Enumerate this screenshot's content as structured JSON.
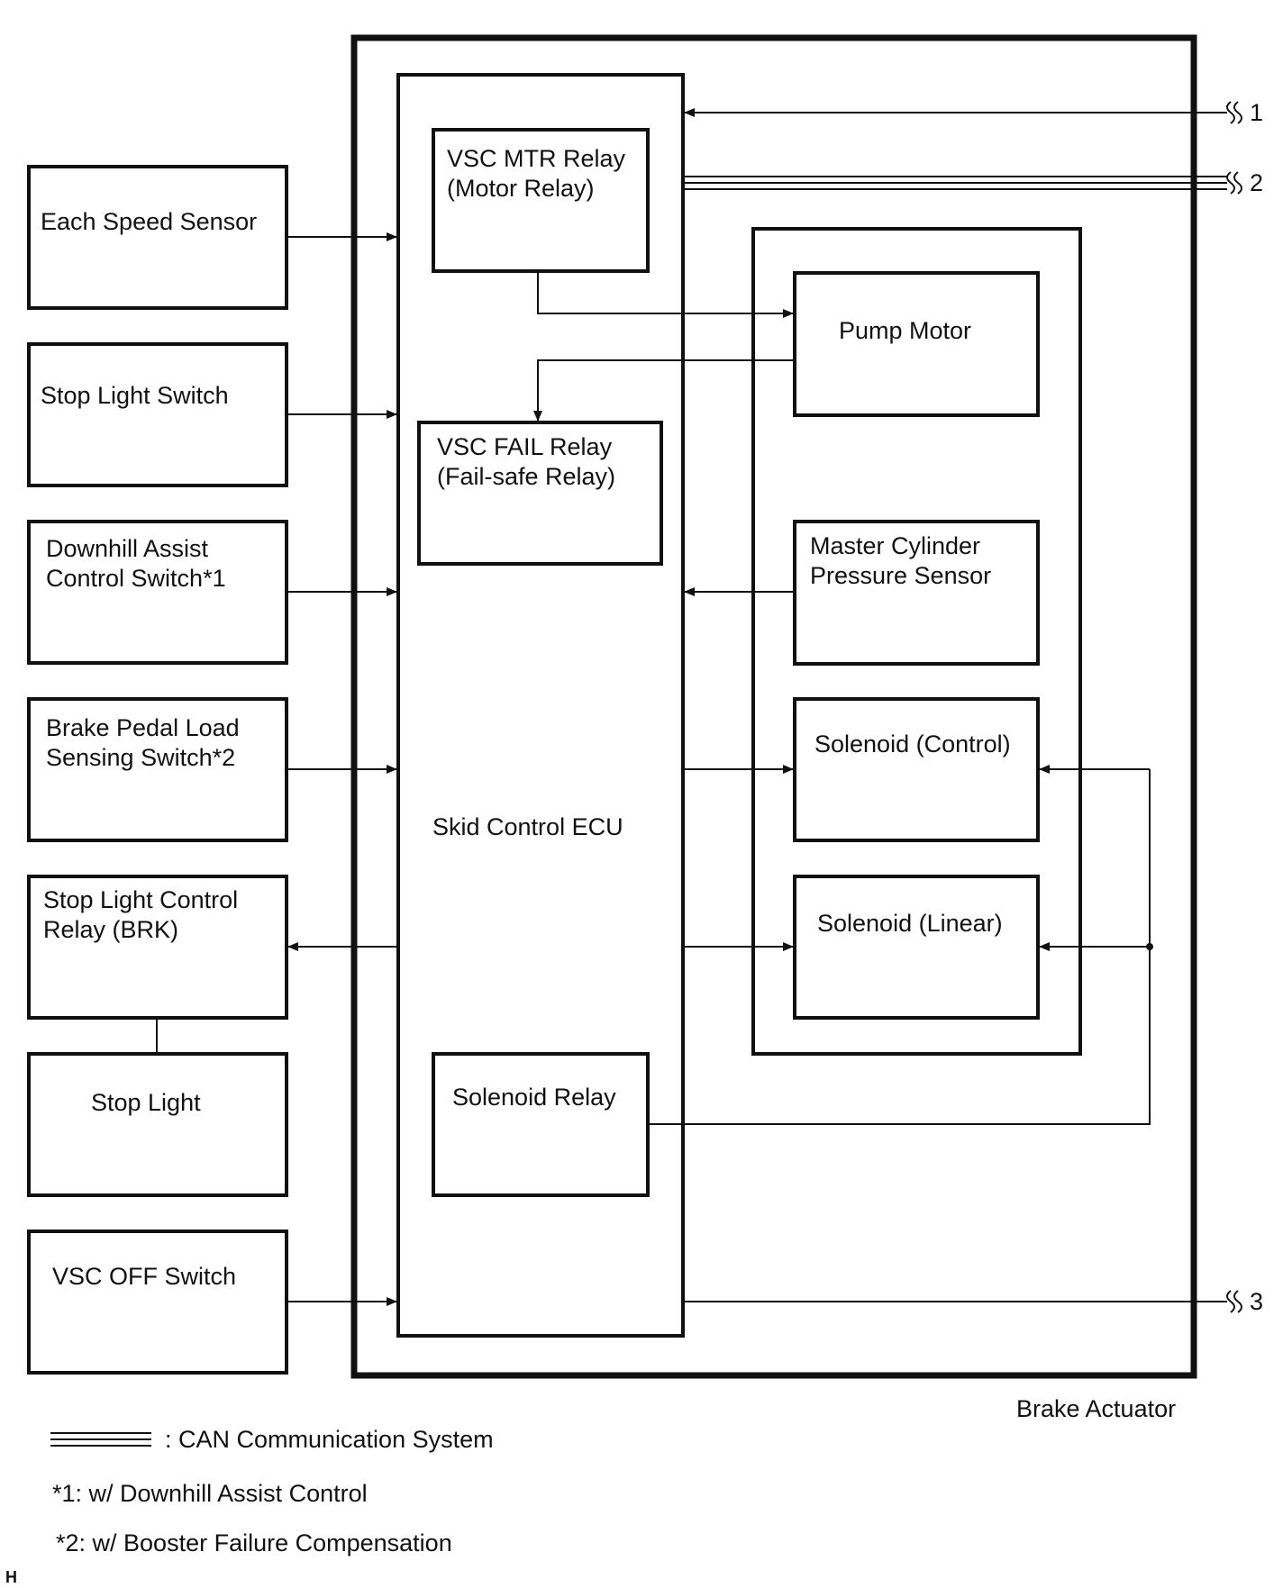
{
  "diagram": {
    "brake_actuator_label": "Brake Actuator",
    "ecu_label": "Skid Control ECU",
    "left_components": {
      "each_speed_sensor": "Each Speed Sensor",
      "stop_light_switch": "Stop Light Switch",
      "downhill_assist_control_switch": [
        "Downhill Assist",
        "Control Switch*1"
      ],
      "brake_pedal_load_sensing_switch": [
        "Brake Pedal Load",
        "Sensing Switch*2"
      ],
      "stop_light_control_relay": [
        "Stop Light Control",
        "Relay (BRK)"
      ],
      "stop_light": "Stop Light",
      "vsc_off_switch": "VSC OFF Switch"
    },
    "ecu_components": {
      "vsc_mtr_relay": [
        "VSC MTR Relay",
        "(Motor Relay)"
      ],
      "vsc_fail_relay": [
        "VSC FAIL Relay",
        "(Fail-safe Relay)"
      ],
      "solenoid_relay": "Solenoid Relay"
    },
    "actuator_components": {
      "pump_motor": "Pump Motor",
      "master_cylinder_pressure_sensor": [
        "Master Cylinder",
        "Pressure Sensor"
      ],
      "solenoid_control": "Solenoid (Control)",
      "solenoid_linear": "Solenoid (Linear)"
    },
    "terminals": [
      "1",
      "2",
      "3"
    ]
  },
  "legend": {
    "can_system": ": CAN Communication System",
    "notes": [
      "*1: w/ Downhill Assist Control",
      "*2: w/ Booster Failure Compensation"
    ]
  },
  "corner_mark": "H"
}
